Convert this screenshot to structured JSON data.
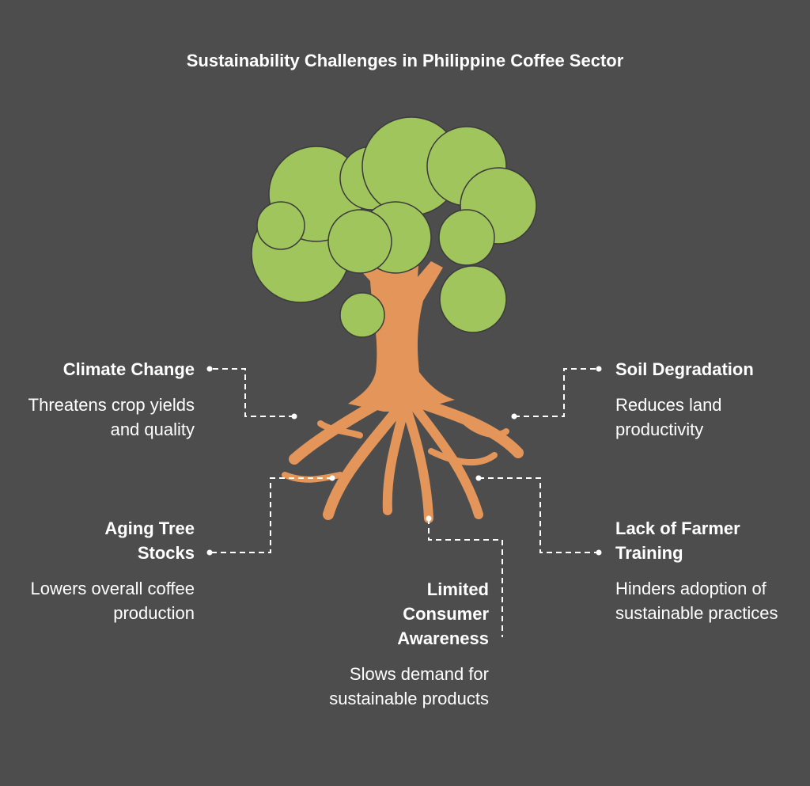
{
  "title": "Sustainability Challenges in Philippine Coffee Sector",
  "colors": {
    "background": "#4d4d4d",
    "foliage": "#9fc55c",
    "foliage_outline": "#3b3b3b",
    "trunk": "#e4965a",
    "text": "#ffffff",
    "connector": "#ffffff"
  },
  "items": {
    "climate_change": {
      "title": "Climate Change",
      "description": "Threatens crop yields and quality"
    },
    "soil_degradation": {
      "title": "Soil Degradation",
      "description": "Reduces land productivity"
    },
    "aging_tree_stocks": {
      "title": "Aging Tree Stocks",
      "description": "Lowers overall coffee production"
    },
    "farmer_training": {
      "title": "Lack of Farmer Training",
      "description": "Hinders adoption of sustainable practices"
    },
    "consumer_awareness": {
      "title": "Limited Consumer Awareness",
      "description": "Slows demand for sustainable products"
    }
  }
}
